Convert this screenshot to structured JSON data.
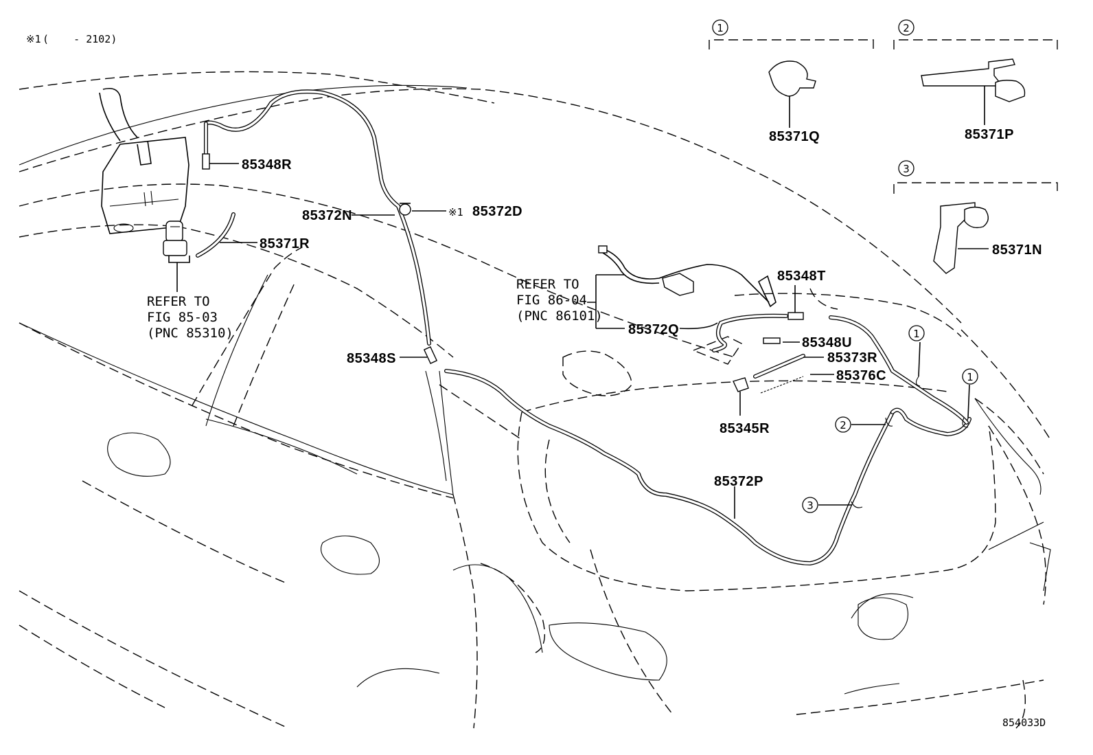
{
  "note": {
    "mark": "※1",
    "range": "(    - 2102)"
  },
  "figure_code": "854033D",
  "legend_items": [
    {
      "num": "1",
      "part": "85371Q"
    },
    {
      "num": "2",
      "part": "85371P"
    },
    {
      "num": "3",
      "part": "85371N"
    }
  ],
  "parts": {
    "p85348R": "85348R",
    "p85372N": "85372N",
    "p85372D_mark": "※1",
    "p85372D": "85372D",
    "p85371R": "85371R",
    "p85348S": "85348S",
    "p85348T": "85348T",
    "p85372Q": "85372Q",
    "p85348U": "85348U",
    "p85373R": "85373R",
    "p85376C": "85376C",
    "p85345R": "85345R",
    "p85372P": "85372P"
  },
  "refs": {
    "left": [
      "REFER TO",
      "FIG 85-03",
      "(PNC 85310)"
    ],
    "right": [
      "REFER TO",
      "FIG 86-04",
      "(PNC 86101)"
    ]
  },
  "callouts": [
    "1",
    "1",
    "2",
    "3"
  ]
}
